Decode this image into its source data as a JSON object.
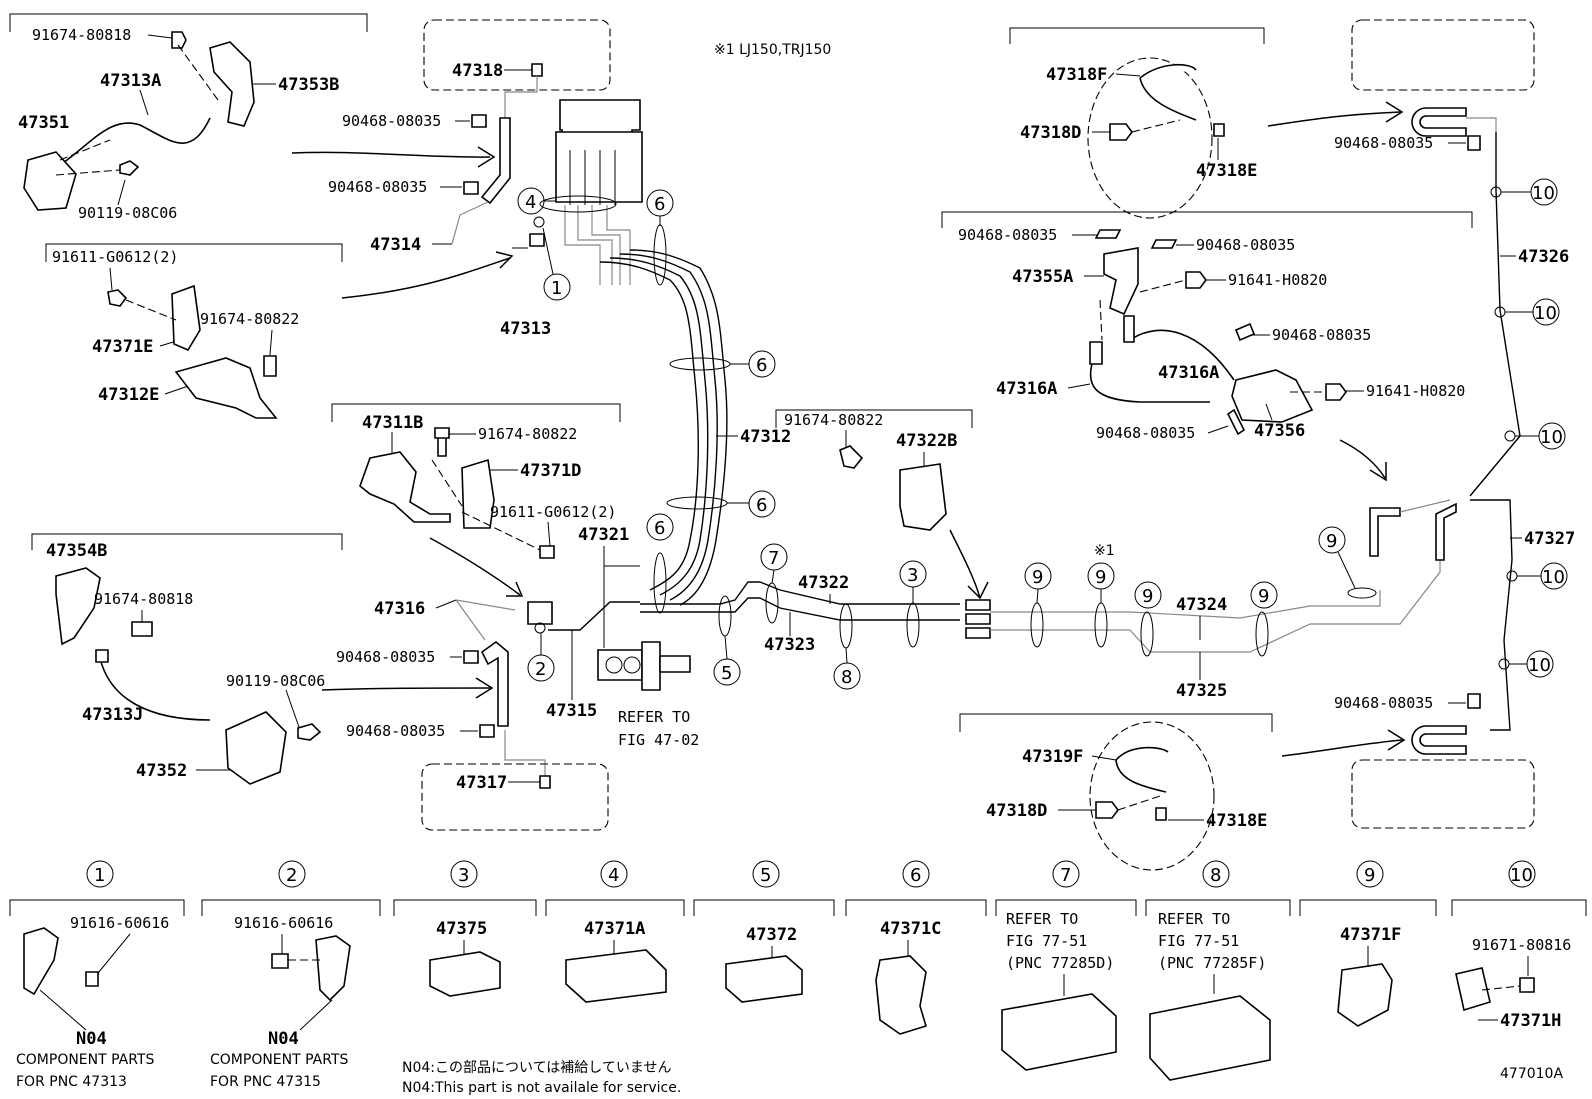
{
  "header_note": "※1 LJ150,TRJ150",
  "footer_code": "477010A",
  "footnote_jp": "N04:この部品については補給していません",
  "footnote_en": "N04:This part is not availale for service.",
  "labels": {
    "p91674_80818a": "91674-80818",
    "p47313A": "47313A",
    "p47353B": "47353B",
    "p47351": "47351",
    "p90119_08C06a": "90119-08C06",
    "p91611_G0612a": "91611-G0612(2)",
    "p91674_80822a": "91674-80822",
    "p47371E": "47371E",
    "p47312E": "47312E",
    "p47318": "47318",
    "p90468_a": "90468-08035",
    "p90468_b": "90468-08035",
    "p47314": "47314",
    "p47313": "47313",
    "p47312": "47312",
    "p47311B": "47311B",
    "p91674_80822b": "91674-80822",
    "p47371D": "47371D",
    "p91611_G0612b": "91611-G0612(2)",
    "p47321": "47321",
    "p47354B": "47354B",
    "p91674_80818b": "91674-80818",
    "p90119_08C06b": "90119-08C06",
    "p47313J": "47313J",
    "p47352": "47352",
    "p47316": "47316",
    "p90468_c": "90468-08035",
    "p90468_d": "90468-08035",
    "p47317": "47317",
    "p47315": "47315",
    "refer_fig_4702_a": "REFER TO",
    "refer_fig_4702_b": "FIG 47-02",
    "p47322": "47322",
    "p47323": "47323",
    "p91674_80822c": "91674-80822",
    "p47322B": "47322B",
    "p47318F": "47318F",
    "p47318D_a": "47318D",
    "p47318E_a": "47318E",
    "p90468_e": "90468-08035",
    "p90468_f": "90468-08035",
    "p90468_g": "90468-08035",
    "p47355A": "47355A",
    "p91641_H0820a": "91641-H0820",
    "p90468_h": "90468-08035",
    "p47316A_a": "47316A",
    "p47316A_b": "47316A",
    "p91641_H0820b": "91641-H0820",
    "p90468_i": "90468-08035",
    "p47356": "47356",
    "p47326": "47326",
    "p47327": "47327",
    "p47324": "47324",
    "p47325": "47325",
    "p90468_j": "90468-08035",
    "p47319F": "47319F",
    "p47318D_b": "47318D",
    "p47318E_b": "47318E",
    "p47375": "47375",
    "p47371A": "47371A",
    "p47372": "47372",
    "p47371C": "47371C",
    "p47371F": "47371F",
    "p91671_80816": "91671-80816",
    "p47371H": "47371H",
    "p91616_60616a": "91616-60616",
    "p91616_60616b": "91616-60616",
    "n04a": "N04",
    "n04b": "N04",
    "comp_a1": "COMPONENT PARTS",
    "comp_a2": "FOR PNC 47313",
    "comp_b1": "COMPONENT PARTS",
    "comp_b2": "FOR PNC 47315",
    "ref7_1": "REFER TO",
    "ref7_2": "FIG 77-51",
    "ref7_3": "(PNC 77285D)",
    "ref8_1": "REFER TO",
    "ref8_2": "FIG 77-51",
    "ref8_3": "(PNC 77285F)",
    "star1": "※1"
  },
  "circle_numbers": {
    "c1": "1",
    "c2": "2",
    "c3": "3",
    "c4": "4",
    "c5": "5",
    "c6": "6",
    "c7": "7",
    "c8": "8",
    "c9": "9",
    "c10": "10"
  }
}
